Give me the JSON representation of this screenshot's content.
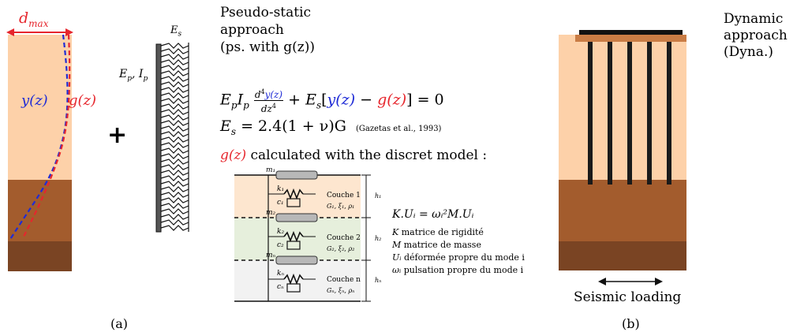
{
  "colors": {
    "sand": "#fdd1a9",
    "clay": "#a35c2d",
    "rock": "#7a4423",
    "pile": "#1a1a1a",
    "cap": "#c97c45",
    "blue_curve": "#1f2bd6",
    "red_curve": "#e6262d",
    "layer1": "#fde6cf",
    "layer2": "#e6efdc",
    "layer3": "#f2f2f2"
  },
  "panel_a": {
    "dmax_label": "d",
    "dmax_sub": "max",
    "y_label": "y(z)",
    "g_label": "g(z)",
    "plus": "+",
    "ep_ip_label": "E",
    "ep_sub": "p",
    "ep_comma": ", I",
    "ip_sub": "p",
    "es_label": "E",
    "es_sub": "s",
    "caption": "(a)"
  },
  "pseudo": {
    "title_line1": "Pseudo-static",
    "title_line2": "approach",
    "title_line3": "(ps. with g(z))",
    "equation1_prefix": "E",
    "equation1_suffix": "= 0",
    "equation2": "E",
    "equation2_rhs": "= 2.4(1 + ν)G",
    "citation": "(Gazetas et al., 1993)",
    "discrete_label_rest": " calculated with the discret model :"
  },
  "discrete_model": {
    "masses": [
      "m₁",
      "m₂",
      "mₙ"
    ],
    "springs": [
      "k₁",
      "k₂",
      "kₙ"
    ],
    "dampers": [
      "c₁",
      "c₂",
      "cₙ"
    ],
    "layers": [
      "Couche 1",
      "Couche 2",
      "Couche n"
    ],
    "layer_params": [
      "G₁, ξ₁, ρ₁",
      "G₂, ξ₂, ρ₂",
      "Gₙ, ξₙ, ρₙ"
    ],
    "heights": [
      "h₁",
      "h₂",
      "hₙ"
    ]
  },
  "modal": {
    "equation": "K.Uᵢ = ωᵢ²M.Uᵢ",
    "lines": [
      {
        "sym": "K",
        "text": "matrice de rigidité"
      },
      {
        "sym": "M",
        "text": "matrice de masse"
      },
      {
        "sym": "Uᵢ",
        "text": "déformée propre du mode i"
      },
      {
        "sym": "ωᵢ",
        "text": "pulsation propre du mode i"
      }
    ]
  },
  "dynamic": {
    "title_line1": "Dynamic",
    "title_line2": "approach",
    "title_line3": "(Dyna.)",
    "seismic_label": "Seismic loading",
    "caption": "(b)"
  }
}
